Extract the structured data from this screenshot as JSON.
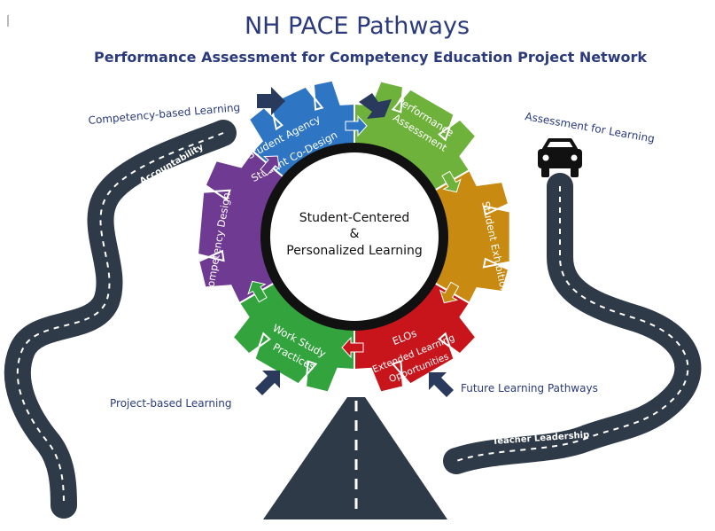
{
  "header": {
    "title": "NH PACE Pathways",
    "subtitle": "Performance Assessment for Competency Education Project Network"
  },
  "center": {
    "line1": "Student-Centered",
    "line2": "&",
    "line3": "Personalized Learning"
  },
  "segments": [
    {
      "id": "student-agency",
      "line1": "Student Agency",
      "line2": "Student Co-Design",
      "color": "#2e75c4"
    },
    {
      "id": "performance-assessment",
      "line1": "Performance",
      "line2": "Assessment",
      "color": "#6eb23c"
    },
    {
      "id": "student-exhibition",
      "line1": "Student Exhibition",
      "line2": "",
      "color": "#c88a10"
    },
    {
      "id": "elos",
      "line1": "ELOs",
      "line2": "Extended Learning",
      "line3": "Opportunities",
      "color": "#c8151c"
    },
    {
      "id": "work-study",
      "line1": "Work Study",
      "line2": "Practices",
      "color": "#33a33d"
    },
    {
      "id": "competency-design",
      "line1": "Competency Design",
      "line2": "",
      "color": "#6e3a92"
    }
  ],
  "outer_labels": {
    "competency_based": "Competency-based Learning",
    "assessment_for": "Assessment for Learning",
    "project_based": "Project-based Learning",
    "future_pathways": "Future Learning Pathways"
  },
  "road_labels": {
    "accountability": "Accountability",
    "teacher_leadership": "Teacher Leadership"
  },
  "colors": {
    "navy": "#2a3a7c",
    "road": "#2f3a48",
    "ring": "#111111"
  },
  "icons": [
    "car-icon",
    "arrow-icon"
  ]
}
